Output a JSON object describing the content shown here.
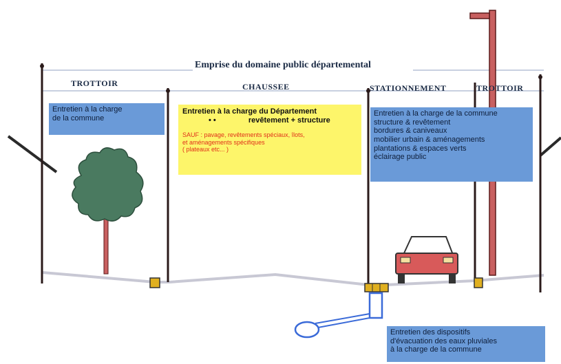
{
  "title": "Emprise du domaine public départemental",
  "zones": {
    "trottoir_left": "TROTTOIR",
    "chaussee": "CHAUSSEE",
    "stationnement": "STATIONNEMENT",
    "trottoir_right": "TROTTOIR"
  },
  "boxes": {
    "left": {
      "lines": [
        "Entretien à la charge",
        "de la commune"
      ]
    },
    "center": {
      "heading": "Entretien à la charge du Département",
      "bullets": "•      •",
      "subline": "revêtement + structure",
      "red_lines": [
        "SAUF : pavage, revêtements spéciaux,   îlots,",
        "et aménagements spécifiques",
        "( plateaux etc... )"
      ]
    },
    "right": {
      "lines": [
        "Entretien à la charge de la commune",
        "structure & revêtement",
        "bordures & caniveaux",
        "mobilier urbain & aménagements",
        "plantations & espaces verts",
        "éclairage public"
      ]
    },
    "bottom": {
      "lines": [
        "Entretien des dispositifs",
        "d'évacuation des eaux pluviales",
        "à la charge de la commune"
      ]
    }
  },
  "colors": {
    "blue_box": "#6a9ad8",
    "yellow_box": "#fdf56a",
    "red_text": "#e0301a",
    "post": "#2a1a1a",
    "tree": "#4a7a60",
    "car": "#d85a5a",
    "curb": "#e0b020"
  }
}
